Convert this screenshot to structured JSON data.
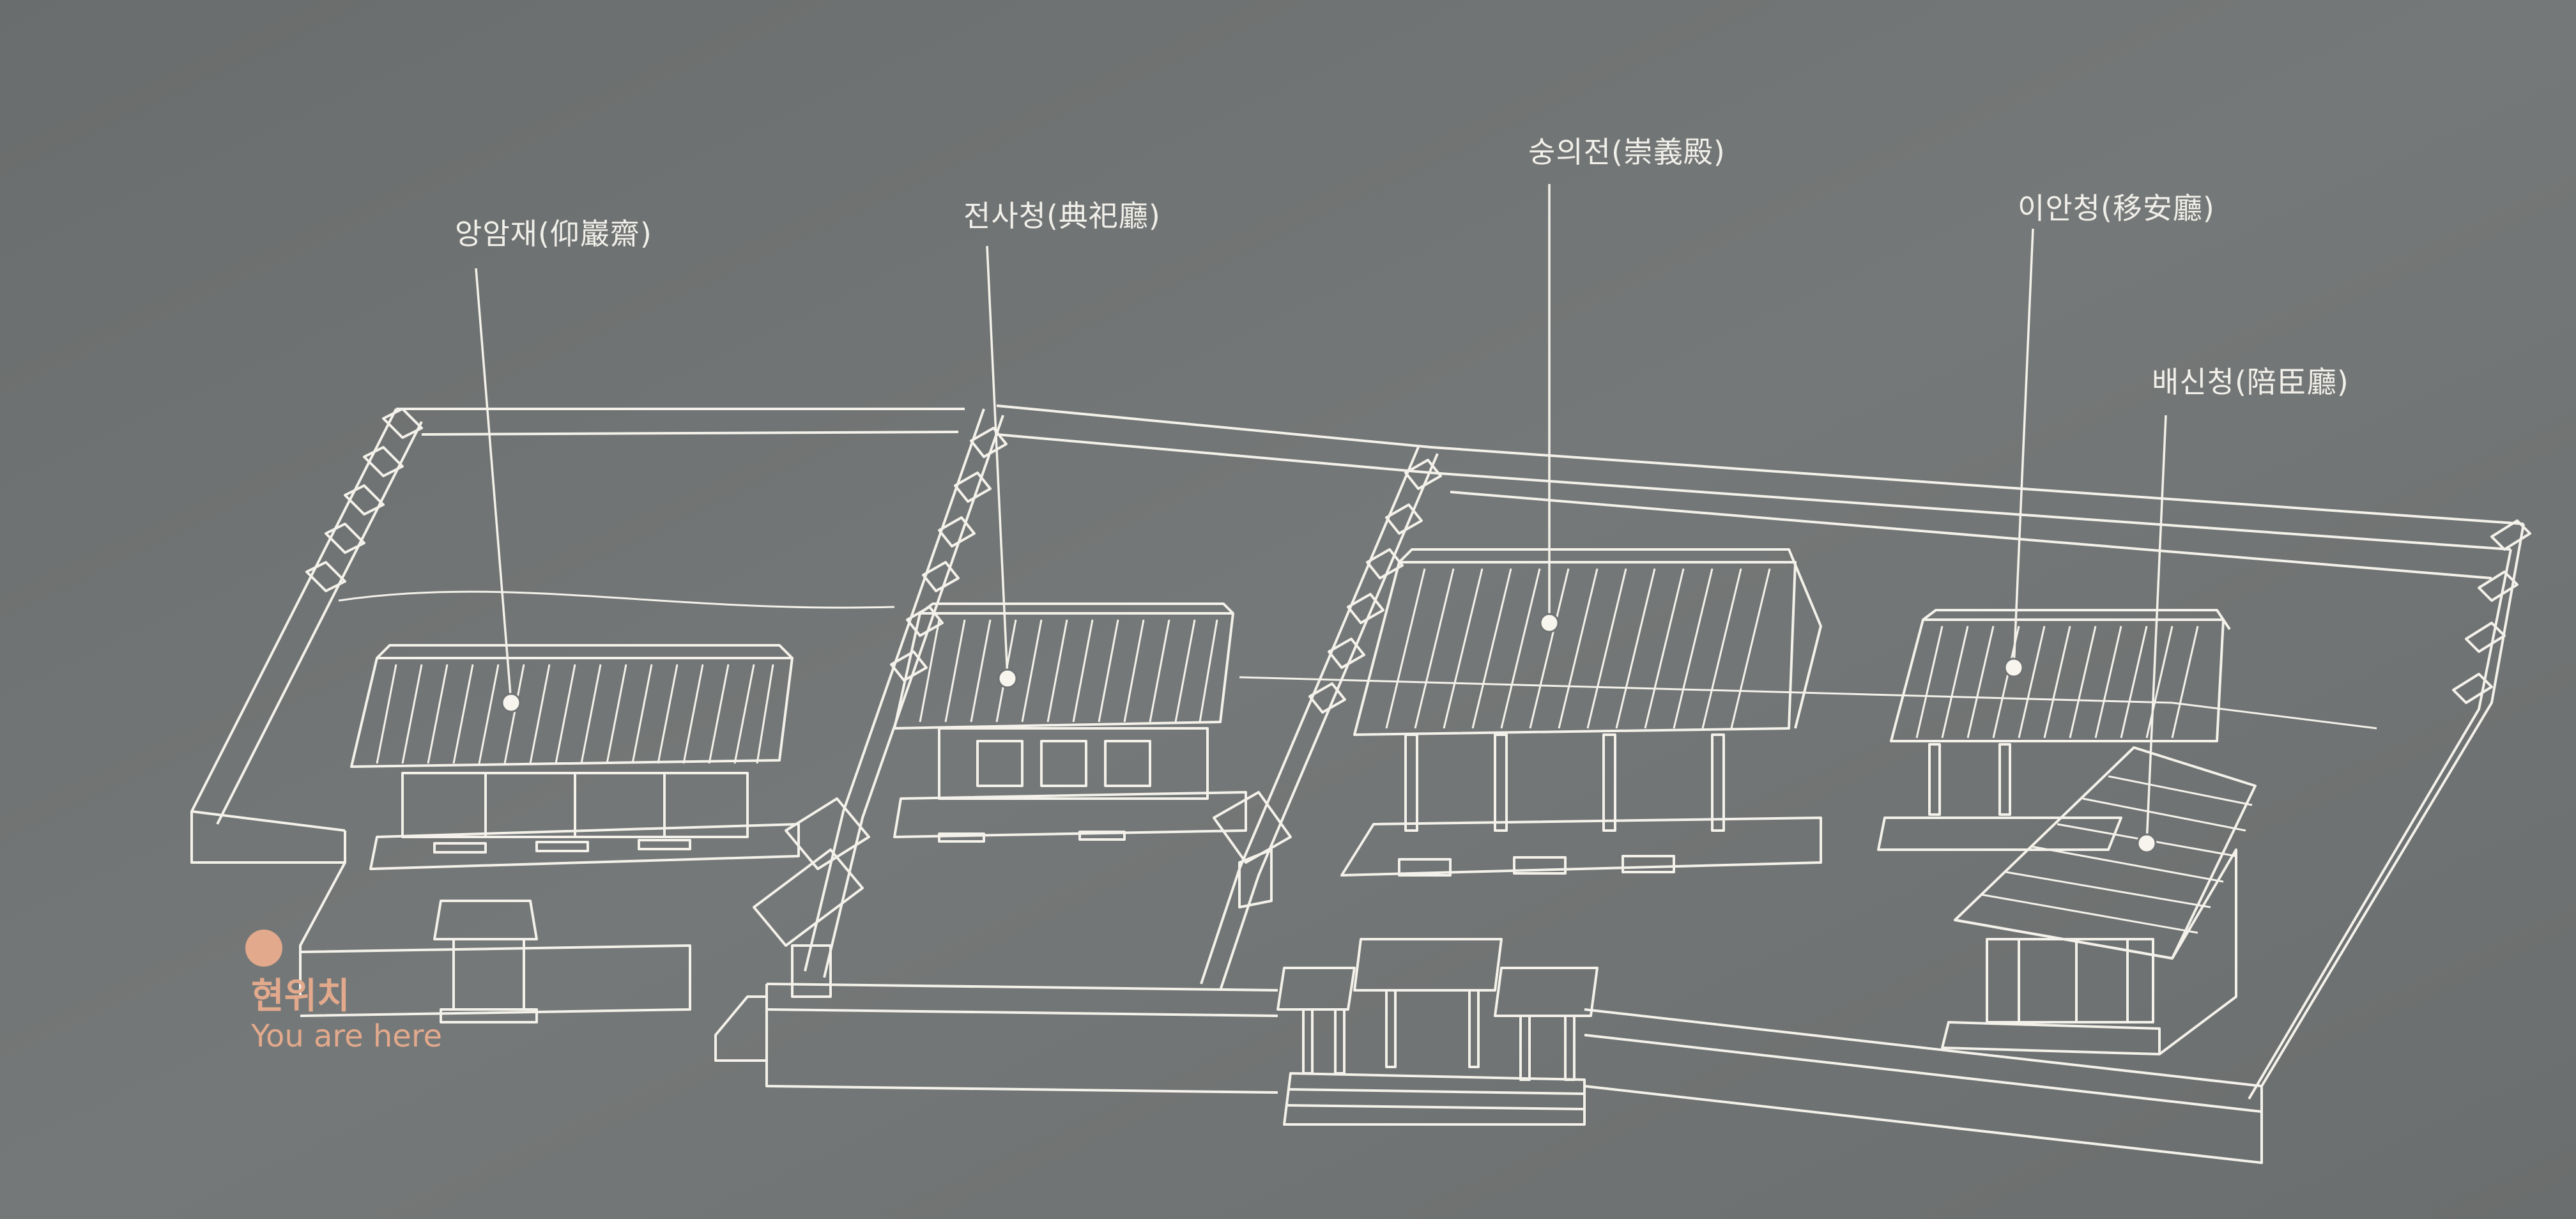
{
  "buildings": [
    {
      "id": "angamjae",
      "label": "앙암재(仰巖齋)"
    },
    {
      "id": "jeonsacheong",
      "label": "전사청(典祀廳)"
    },
    {
      "id": "sunguijeon",
      "label": "숭의전(崇義殿)"
    },
    {
      "id": "iancheong",
      "label": "이안청(移安廳)"
    },
    {
      "id": "baesincheong",
      "label": "배신청(陪臣廳)"
    }
  ],
  "current_location": {
    "label_ko": "현위치",
    "label_en": "You are here",
    "color": "#e2a98c"
  },
  "colors": {
    "board": "#6f7272",
    "line": "#f3f1ea",
    "text": "#f1efe9"
  }
}
